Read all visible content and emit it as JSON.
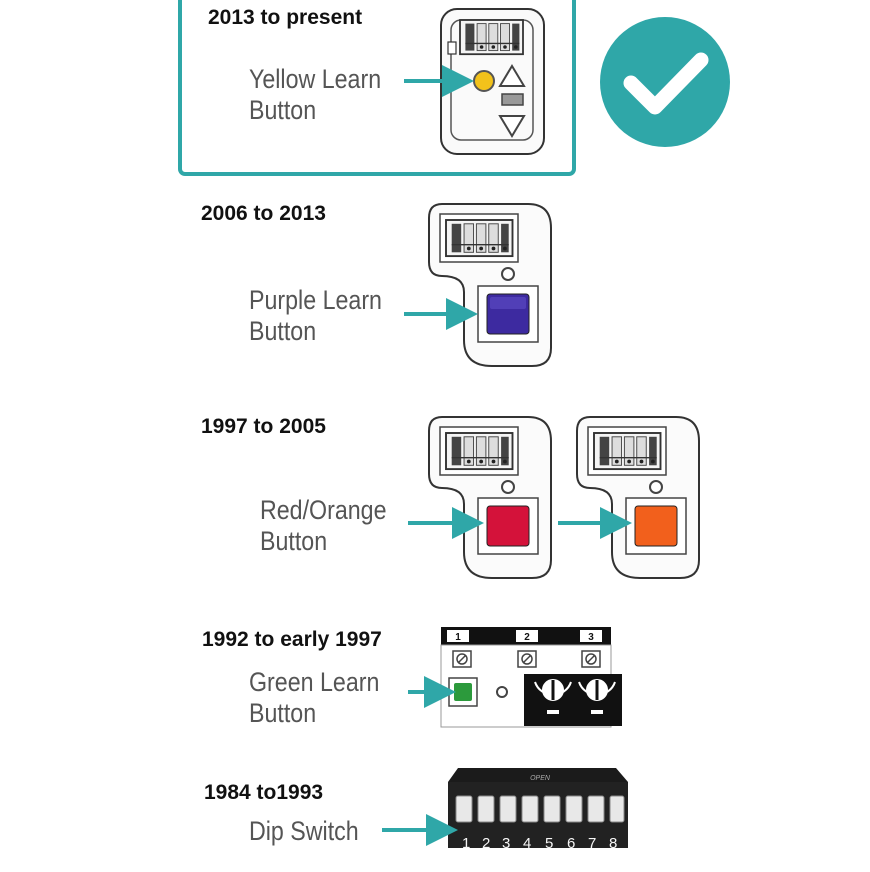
{
  "sections": [
    {
      "year": "2013 to present",
      "label_line1": "Yellow Learn",
      "label_line2": "Button",
      "button_color": "#f2c21b",
      "selected": true
    },
    {
      "year": "2006 to 2013",
      "label_line1": "Purple Learn",
      "label_line2": "Button",
      "button_color": "#3d2aa0"
    },
    {
      "year": "1997 to 2005",
      "label_line1": "Red/Orange",
      "label_line2": "Button",
      "button_color": "#d4123a",
      "button_color_alt": "#f2601c"
    },
    {
      "year": "1992 to early 1997",
      "label_line1": "Green Learn",
      "label_line2": "Button",
      "button_color": "#2c9a3c",
      "dip_labels": [
        "1",
        "2",
        "3"
      ]
    },
    {
      "year": "1984 to1993",
      "label_line1": "Dip Switch",
      "label_line2": "",
      "switch_header": "OPEN",
      "switch_numbers": [
        "1",
        "2",
        "3",
        "4",
        "5",
        "6",
        "7",
        "8"
      ]
    }
  ],
  "colors": {
    "accent": "#2fa7a8",
    "label_gray": "#555555"
  },
  "icons": {
    "selected": "checkmark-icon"
  }
}
